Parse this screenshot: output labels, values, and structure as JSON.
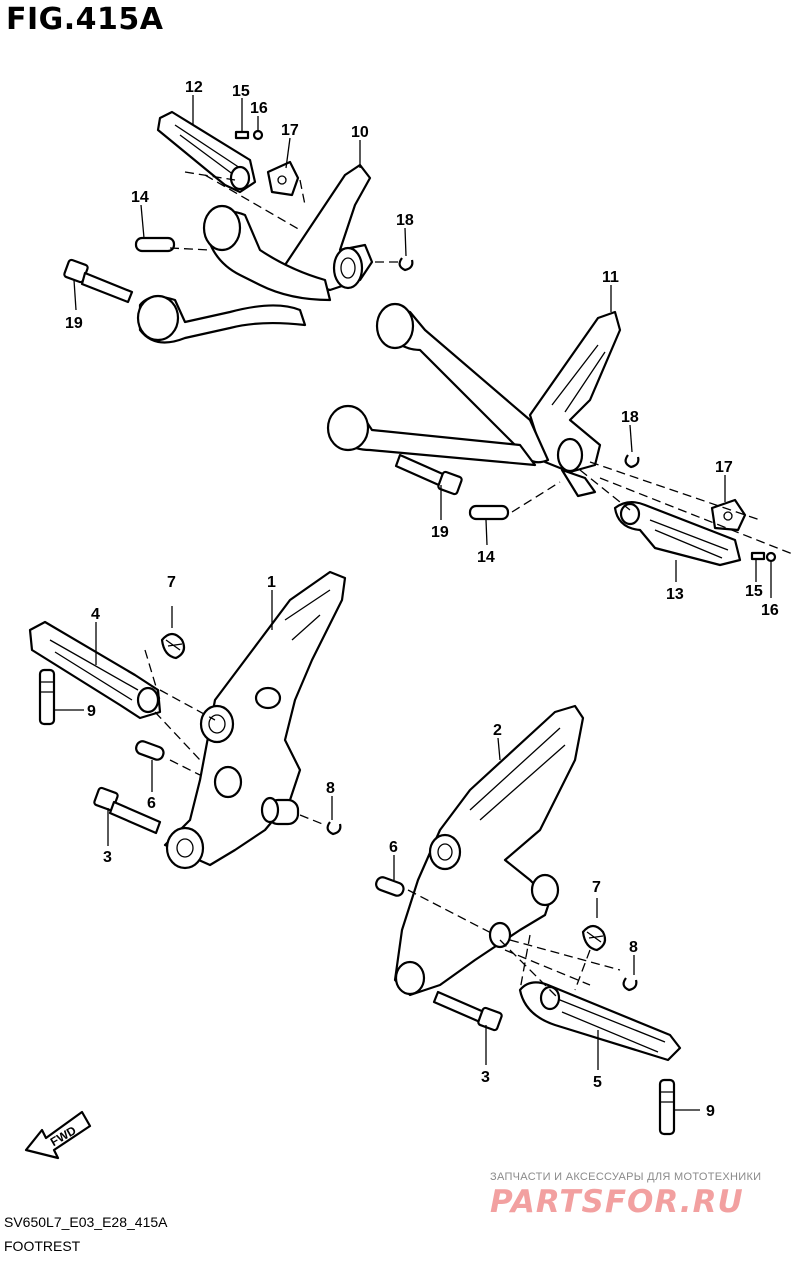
{
  "figure": {
    "title": "FIG.415A",
    "model_code": "SV650L7_E03_E28_415A",
    "subtitle": "FOOTREST"
  },
  "direction_marker": {
    "label": "FWD",
    "icon": "forward-arrow-icon"
  },
  "watermark": {
    "text": "ЗАПЧАСТИ И АКСЕССУАРЫ ДЛЯ МОТОТЕХНИКИ",
    "logo": "PARTSFOR.RU"
  },
  "callouts": {
    "c12": "12",
    "c15a": "15",
    "c16a": "16",
    "c17a": "17",
    "c10": "10",
    "c14a": "14",
    "c18a": "18",
    "c19a": "19",
    "c11": "11",
    "c18b": "18",
    "c17b": "17",
    "c19b": "19",
    "c14b": "14",
    "c13": "13",
    "c15b": "15",
    "c16b": "16",
    "c7a": "7",
    "c1": "1",
    "c4": "4",
    "c9a": "9",
    "c6a": "6",
    "c8a": "8",
    "c3a": "3",
    "c2": "2",
    "c6b": "6",
    "c7b": "7",
    "c8b": "8",
    "c3b": "3",
    "c5": "5",
    "c9b": "9"
  }
}
